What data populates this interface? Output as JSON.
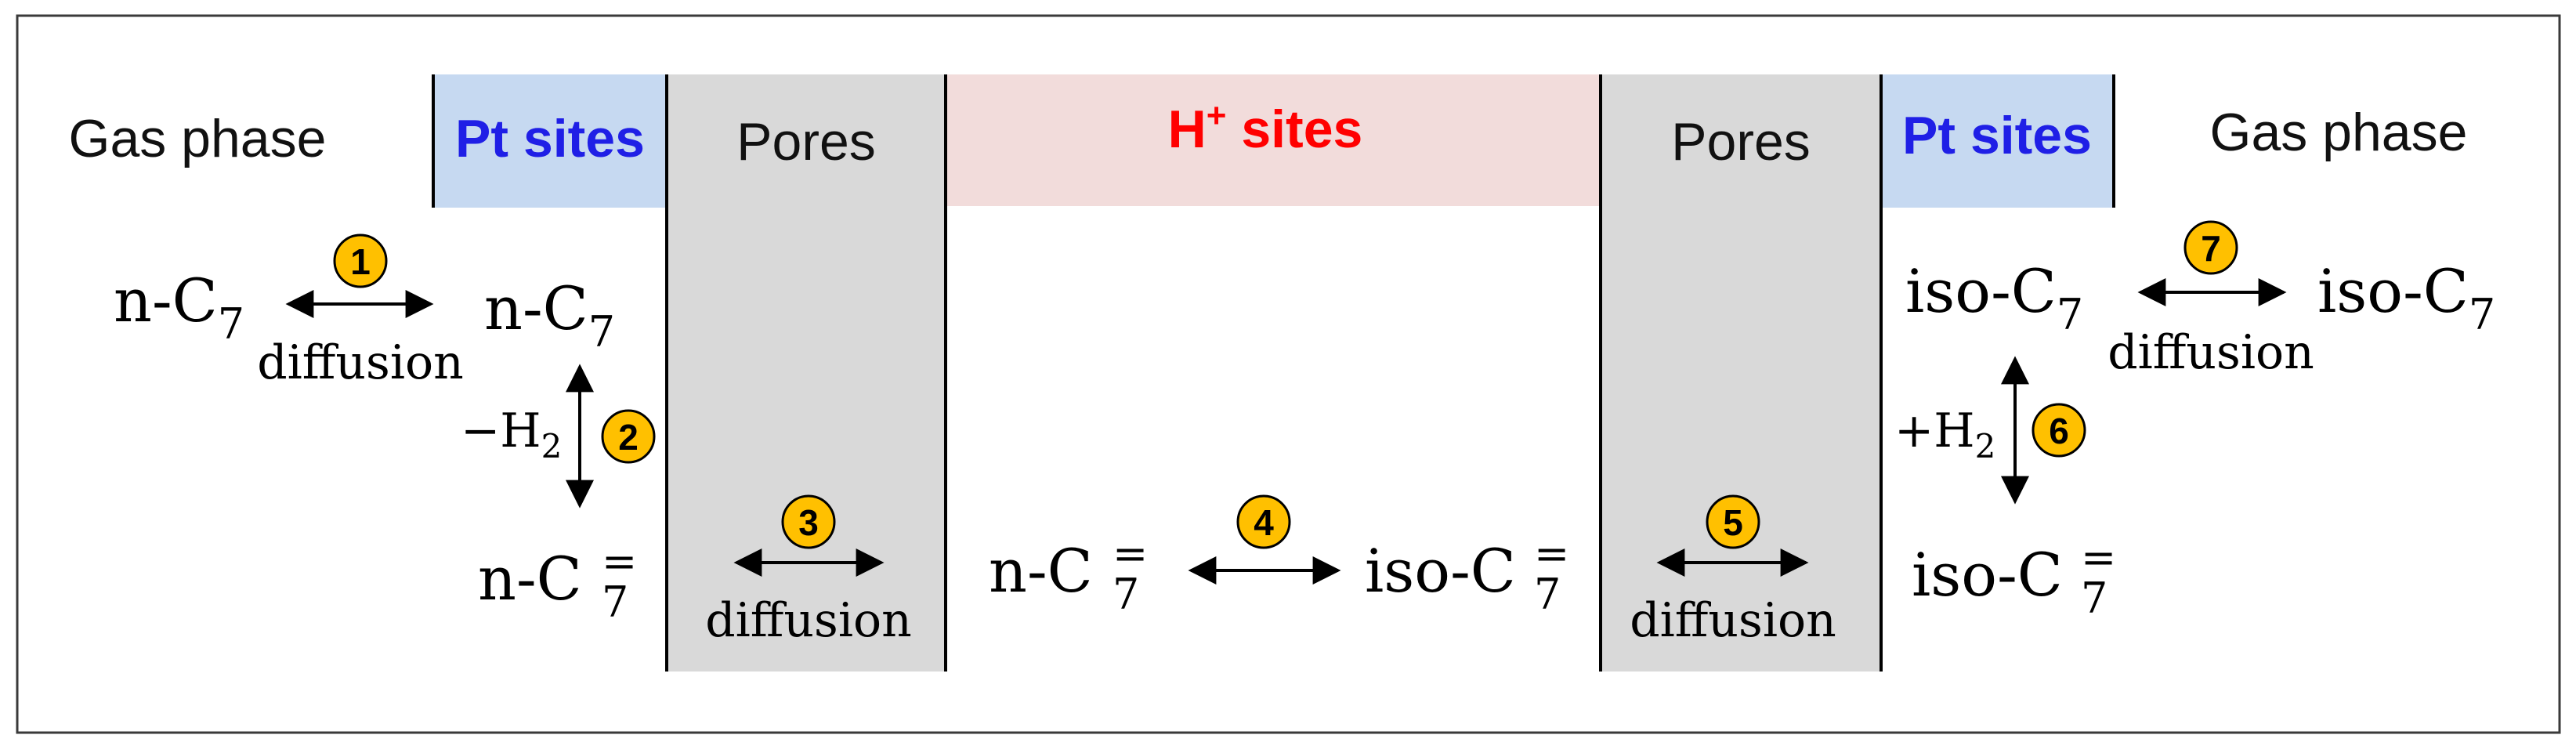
{
  "headers": {
    "gas_left": "Gas phase",
    "pt_left": "Pt sites",
    "pores_left": "Pores",
    "h_sites_base": "H",
    "h_sites_sup": "+",
    "h_sites_rest": " sites",
    "pores_right": "Pores",
    "pt_right": "Pt sites",
    "gas_right": "Gas phase"
  },
  "species": {
    "n_prefix": "n-C",
    "iso_prefix": "iso-C",
    "carbon_count": "7",
    "double_bond": "="
  },
  "steps": {
    "s1": "1",
    "s2": "2",
    "s3": "3",
    "s4": "4",
    "s5": "5",
    "s6": "6",
    "s7": "7"
  },
  "labels": {
    "diffusion": "diffusion",
    "minus_h2": "−H",
    "plus_h2": "+H",
    "h2_sub": "2"
  },
  "colors": {
    "pt_bg": "#c6d9f1",
    "pt_text": "#1f1fe6",
    "pores_bg": "#d9d9d9",
    "h_bg": "#f2dcdb",
    "h_text": "#ff0000",
    "step_fill": "#ffc000",
    "line": "#000000"
  }
}
